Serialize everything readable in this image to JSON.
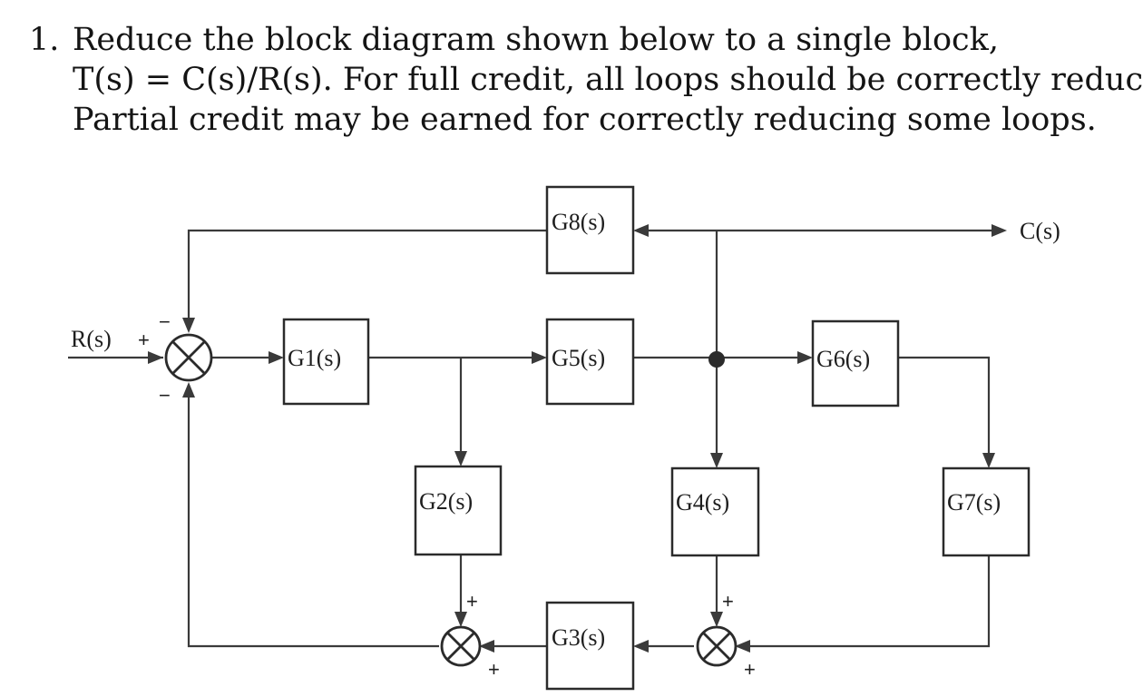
{
  "problem": {
    "number": "1.",
    "lines": [
      "Reduce the block diagram shown below to a single block,",
      "T(s) = C(s)/R(s). For full credit, all loops should be correctly reduced.",
      "Partial credit may be earned for correctly reducing some loops."
    ]
  },
  "diagram": {
    "input_label": "R(s)",
    "output_label": "C(s)",
    "blocks": {
      "g1": "G1(s)",
      "g2": "G2(s)",
      "g3": "G3(s)",
      "g4": "G4(s)",
      "g5": "G5(s)",
      "g6": "G6(s)",
      "g7": "G7(s)",
      "g8": "G8(s)"
    },
    "signs": {
      "main_input": "+",
      "main_top": "−",
      "main_bottom": "−",
      "left_top": "+",
      "left_right": "+",
      "right_top": "+",
      "right_right": "+"
    }
  }
}
